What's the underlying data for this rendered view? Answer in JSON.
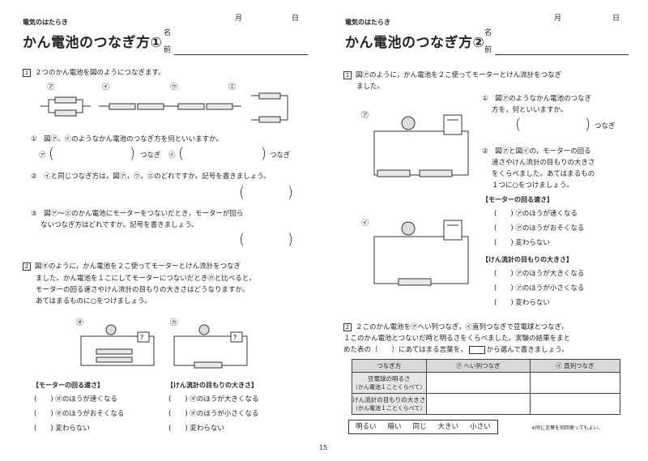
{
  "footer": {
    "page_number": "15"
  },
  "left": {
    "category": "電気のはたらき",
    "title": "かん電池のつなぎ方①",
    "month": "月",
    "day": "日",
    "name_label": [
      "名",
      "前"
    ],
    "q1": {
      "number": "1",
      "text": "２つのかん電池を図のようにつなぎます。",
      "figure_labels": [
        "㋐",
        "㋑",
        "㋒",
        "㋓"
      ],
      "sub1": "①　図㋐、㋑のようなかん電池のつなぎ方を何といいますか。",
      "sub1_ans_a": "㋐",
      "sub1_ans_b": "㋑",
      "sub1_suffix": "つなぎ",
      "sub2": "②　㋑と同じつなぎ方は，図㋐，㋒，㋓のどれですか。記号を書きましょう。",
      "sub3_line1": "③　図㋐～㋓のかん電池にモーターをつないだとき，モーターが回ら",
      "sub3_line2": "ないつなぎ方はどれですか。記号を書きましょう。"
    },
    "q2": {
      "number": "2",
      "line1": "図㋔のように，かん電池を２こ使ってモーターとけん流計をつなぎ",
      "line2": "ました。かん電池を１こにしてモーターにつないだとき㋕と比べると，",
      "line3": "モーターの回る速さやけん流計の目もりの大きさはどうなりますか。",
      "line4": "あてはまるものに○をつけましょう。",
      "fig_labels": [
        "㋔",
        "㋕"
      ],
      "motor_heading": "【モーターの回る速さ】",
      "motor_options": [
        "㋔のほうが速くなる",
        "㋔のほうがおそくなる",
        "変わらない"
      ],
      "meter_heading": "【けん流計の目もりの大きさ】",
      "meter_options": [
        "㋔のほうが大きくなる",
        "㋔のほうが小さくなる",
        "変わらない"
      ]
    }
  },
  "right": {
    "category": "電気のはたらき",
    "title": "かん電池のつなぎ方②",
    "month": "月",
    "day": "日",
    "name_label": [
      "名",
      "前"
    ],
    "q1": {
      "number": "1",
      "line1": "図㋐のように，かん電池を２こ使ってモーターとけん流計をつなぎ",
      "line2": "ました。",
      "fig_labels": [
        "㋐",
        "㋑"
      ],
      "sub1_line1": "①　図㋐のようなかん電池のつなぎ",
      "sub1_line2": "方を，何といいますか。",
      "sub1_suffix": "つなぎ",
      "sub2_line1": "②　図㋐と図㋑の，モーターの回る",
      "sub2_line2": "速さやけん流計の目もりの大きさ",
      "sub2_line3": "をくらべました。あてはまるもの",
      "sub2_line4": "１つに○をつけましょう。",
      "motor_heading": "【モーターの回る速さ】",
      "motor_options": [
        "㋐のほうが速くなる",
        "㋐のほうがおそくなる",
        "変わらない"
      ],
      "meter_heading": "【けん流計の目もりの大きさ】",
      "meter_options": [
        "㋐のほうが大きくなる",
        "㋐のほうが小さくなる",
        "変わらない"
      ]
    },
    "q2": {
      "number": "2",
      "line1": "２このかん電池を㋐へい列つなぎ，㋑直列つなぎで豆電球とつなぎ，",
      "line2": "１このかん電池とつないだ時と明るさをくらべました。実験の結果をまと",
      "line3_a": "めた表の（　　）にあてはまる言葉を，",
      "line3_b": "から選んで書きましょう。",
      "table": {
        "headers": [
          "つなぎ方",
          "㋐ へい列つなぎ",
          "㋑ 直列つなぎ"
        ],
        "rows": [
          {
            "label": "豆電球の明るさ",
            "sub": "（かん電池１ことくらべて）"
          },
          {
            "label": "けん流計の目もりの大きさ",
            "sub": "（かん電池１ことくらべて）"
          }
        ]
      },
      "words": [
        "明るい",
        "暗い",
        "同じ",
        "大きい",
        "小さい"
      ],
      "note": "※同じ言葉を何回使ってもよい。"
    }
  }
}
